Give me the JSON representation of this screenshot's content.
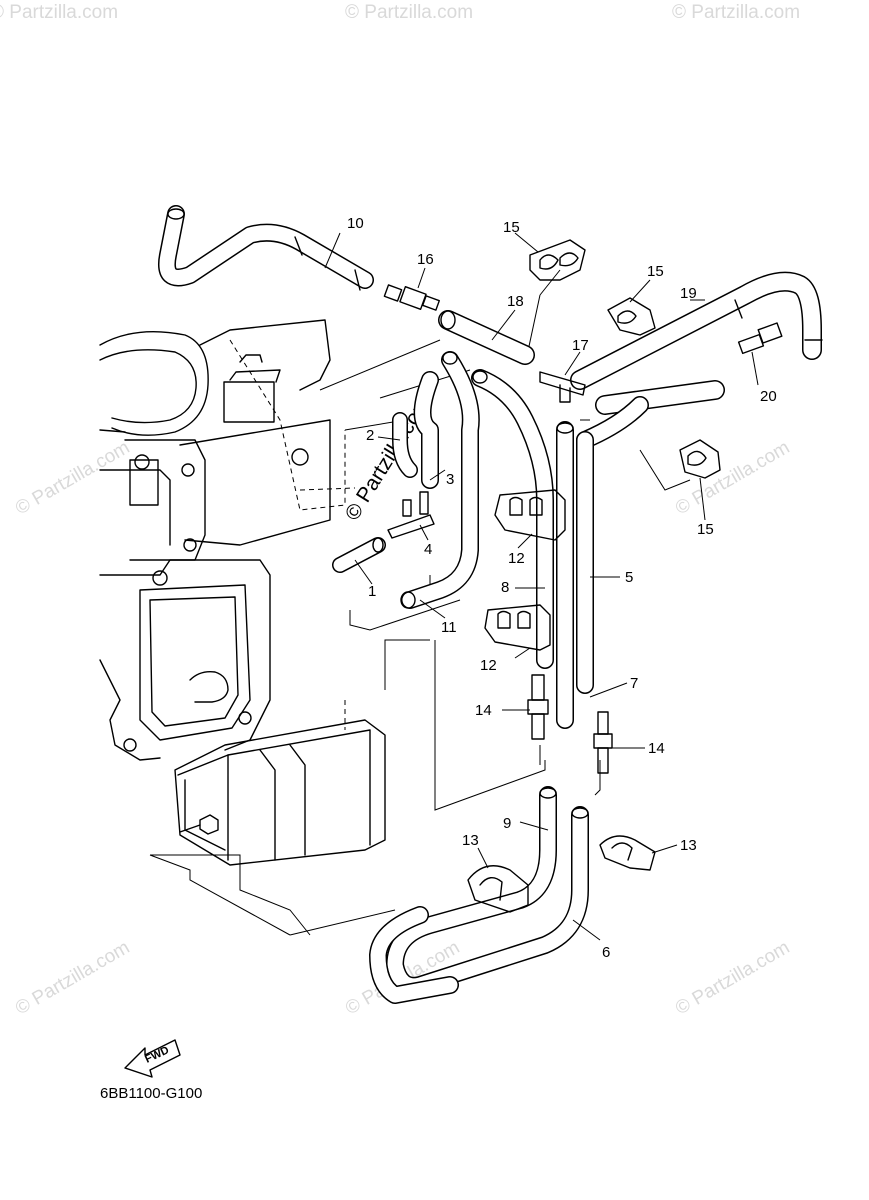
{
  "diagram_code": "6BB1100-G100",
  "fwd_label": "FWD",
  "watermark": "© Partzilla.com",
  "watermark_center": "© Partzilla.com",
  "parts": {
    "p1": "1",
    "p2": "2",
    "p3": "3",
    "p4": "4",
    "p5": "5",
    "p6": "6",
    "p7": "7",
    "p8": "8",
    "p9": "9",
    "p10": "10",
    "p11": "11",
    "p12a": "12",
    "p12b": "12",
    "p13a": "13",
    "p13b": "13",
    "p14a": "14",
    "p14b": "14",
    "p15a": "15",
    "p15b": "15",
    "p15c": "15",
    "p16": "16",
    "p17": "17",
    "p18": "18",
    "p19": "19",
    "p20": "20"
  }
}
